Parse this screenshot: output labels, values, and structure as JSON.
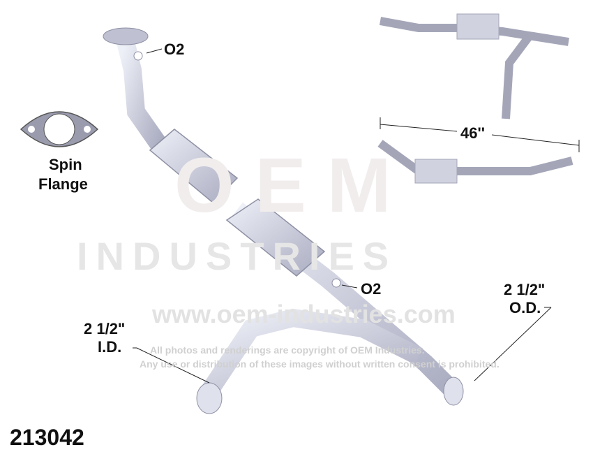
{
  "watermark": {
    "logo": "OEM",
    "brand": "INDUSTRIES",
    "url": "www.oem-industries.com",
    "copyright_line1": "All photos and renderings are copyright of OEM Industries.",
    "copyright_line2": "Any use or distribution of these images without written consent is prohibited."
  },
  "labels": {
    "o2_upper": "O2",
    "o2_lower": "O2",
    "spin": "Spin",
    "flange": "Flange",
    "length": "46''",
    "inlet_size": "2 1/2\"",
    "inlet_type": "I.D.",
    "outlet_size": "2 1/2\"",
    "outlet_type": "O.D.",
    "part_number": "213042"
  },
  "colors": {
    "pipe": "#c9cbdc",
    "watermark": "#e4e4e4",
    "text": "#111111"
  }
}
